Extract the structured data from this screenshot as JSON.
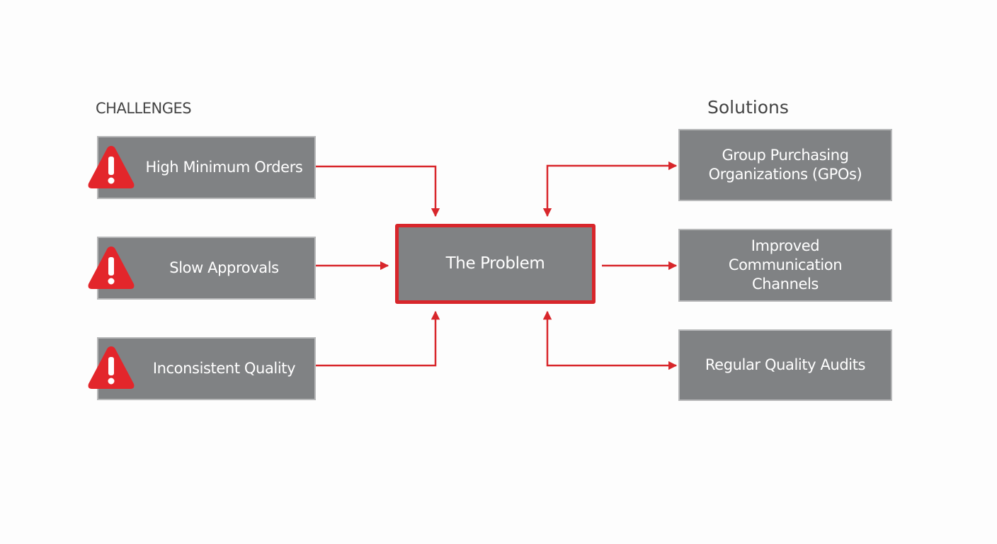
{
  "headings": {
    "challenges": "CHALLENGES",
    "solutions": "Solutions"
  },
  "challenges": [
    {
      "label": "High Minimum Orders",
      "icon": "warning-icon"
    },
    {
      "label": "Slow Approvals",
      "icon": "warning-icon"
    },
    {
      "label": "Inconsistent Quality",
      "icon": "warning-icon"
    }
  ],
  "center": {
    "label": "The Problem"
  },
  "solutions": [
    {
      "label": "Group Purchasing Organizations (GPOs)"
    },
    {
      "label": "Improved Communication Channels"
    },
    {
      "label": "Regular Quality Audits"
    }
  ],
  "colors": {
    "accent": "#d8262b",
    "box": "#808284",
    "text": "#444444"
  }
}
